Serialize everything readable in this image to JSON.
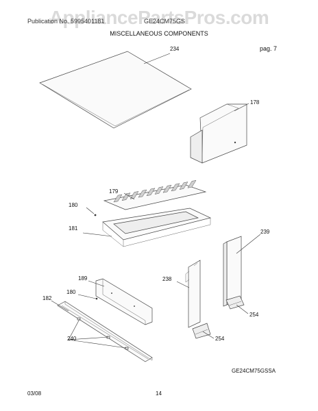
{
  "watermark": "AppliancePartsPros.com",
  "header": {
    "publication": "Publication No. 5995401181",
    "model": "GE24CM75GS",
    "section_title": "MISCELLANEOUS COMPONENTS",
    "page_label": "pag. 7"
  },
  "model_code": "GE24CM75GSSA",
  "footer": {
    "date": "03/08",
    "page_number": "14"
  },
  "part_labels": {
    "p234": "234",
    "p178": "178",
    "p179": "179",
    "p180a": "180",
    "p181": "181",
    "p239": "239",
    "p189": "189",
    "p180b": "180",
    "p238": "238",
    "p182": "182",
    "p254a": "254",
    "p254b": "254",
    "p240": "240"
  }
}
